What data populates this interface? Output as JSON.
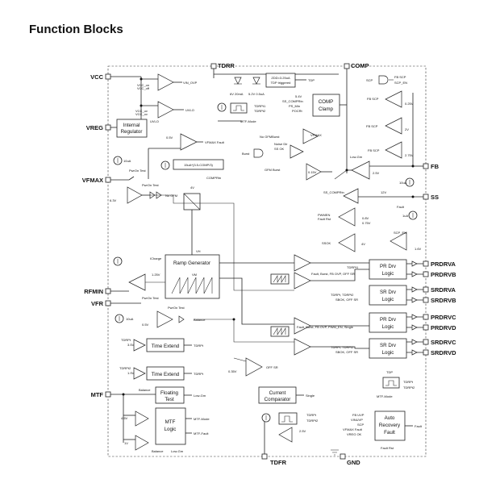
{
  "title": "Function Blocks",
  "pins": {
    "vcc": "VCC",
    "vreg": "VREG",
    "vfmax": "VFMAX",
    "rfmin": "RFMIN",
    "vfr": "VFR",
    "mtf": "MTF",
    "tdrr": "TDRR",
    "comp": "COMP",
    "fb": "FB",
    "ss": "SS",
    "tdfr": "TDFR",
    "gnd": "GND",
    "prdrva": "PRDRVA",
    "prdrvb": "PRDRVB",
    "srdrva": "SRDRVA",
    "srdrvb": "SRDRVB",
    "prdrvc": "PRDRVC",
    "prdrvd": "PRDRVD",
    "srdrvc": "SRDRVC",
    "srdrvd": "SRDRVD"
  },
  "blocks": {
    "internal_regulator": [
      "Internal",
      "Regulator"
    ],
    "comp_clamp": [
      "COMP",
      "Clamp"
    ],
    "ramp_generator": "Ramp Generator",
    "pr_drv_logic_1": [
      "PR Drv",
      "Logic"
    ],
    "sr_drv_logic_1": [
      "SR Drv",
      "Logic"
    ],
    "pr_drv_logic_2": [
      "PR Drv",
      "Logic"
    ],
    "sr_drv_logic_2": [
      "SR Drv",
      "Logic"
    ],
    "time_extend_1": "Time Extend",
    "time_extend_2": "Time Extend",
    "floating_test": [
      "Floating",
      "Test"
    ],
    "mtf_logic": [
      "MTF",
      "Logic"
    ],
    "current_comparator": [
      "Current",
      "Comparator"
    ],
    "auto_recovery_fault": [
      "Auto",
      "Recovery",
      "Fault"
    ]
  },
  "labels": {
    "vin_ovp": "VIN_OVP",
    "vcc_on": "VCC_on",
    "vcc_off": "VCC_off",
    "uvlo": "UVLO",
    "vcc_uv": "VCC_uv",
    "vcc_ov": "VCC_ov",
    "uvlo_in": "UVLO",
    "vfmax_fault": "VFMAX Fault",
    "v05": "0.5V",
    "i10ua_a": "10uA",
    "i15ua": "15uA*(3.5-COMP/3)",
    "comp_rtn": "COMPRtn",
    "v4": "4V",
    "v6_3": "6.3V",
    "pwron_test": "PwrOn Test",
    "pwron_test2": "PwrOn Test",
    "no_gfm": "No GFM",
    "zener_6v": "6V 20mA",
    "zener_52": "5.2V 0.5uA",
    "zener_dac": "ZDD=3.25uA",
    "tdp_triggered": "TDP triggered",
    "tdp": "TDP",
    "tdrpt1": "TDRPt1",
    "tdrpt2": "TDRPt2",
    "mtf_mode": "MTF-Mode",
    "v5": "5.4V",
    "ss_comprtn": "SS_COMPRtn",
    "ps_min": "PS_Min",
    "pocrt": "POCRt",
    "no_gfmburst": "No GFMBurst",
    "noise_dir": "Noise Dir",
    "ss_ok": "SS OK",
    "burst": "Burst",
    "gfm_burst": "GFM Burst",
    "vfmax": "VFMAX",
    "v015": "0.15V",
    "scp": "SCP",
    "fbscp": "FB SCP",
    "scp_en": "SCP_EN",
    "v025": "0.25V",
    "v2": "2V",
    "v275": "2.75V",
    "low_gm": "Low-Gm",
    "v25": "2.5V",
    "v12": "12V",
    "i10ua_b": "10uA",
    "fault": "Fault",
    "i1ua": "1uA",
    "pwmen": "PWMEN",
    "fault_rst": "Fault Rst",
    "v08": "0.8V",
    "v075": "0.75V",
    "ssok": "SSOK",
    "v4b": "4V",
    "v16": "1.6V",
    "scp_en2": "SCP_EN",
    "icharge": "ICharge",
    "vh": "VH",
    "vm": "VM",
    "v125": "1.25V",
    "i10ua_c": "10uA",
    "v05b": "0.5V",
    "balance": "Balance",
    "tdrpt1_r": "TDRPt1",
    "burst_row": "Fault, Burst, FB OVP, OFF SR",
    "tdrpt_row": "TDRPt, TDRPt2",
    "sbok": "SBOK, OFF SR",
    "fault_row2": "Fault, Burst, FB OVP, PWM_EN, Single",
    "tdr_row2": "TDRPt, TDRPt2",
    "sbok2": "SBOK, OFF SR",
    "off_sr": "OFF SR",
    "v035": "0.35V",
    "tdrpt_in": "TDRPt",
    "v35": "3.5V",
    "tdrpt_out": "TDRPt",
    "tdrpt2_in": "TDRPt2",
    "v19": "1.9V",
    "tdrpt2_out": "TDRPt",
    "balance2": "Balance",
    "low_gm2": "Low-Gm",
    "v45": "4.5V",
    "v1": "1V",
    "mtf_mode_out": "MTF-Mode",
    "mtf_fault": "MTF-Fault",
    "balance3": "Balance",
    "low_gm3": "Low-Gm",
    "single": "Single",
    "tdrpt_cc": "TDRPt",
    "tdrpt2_cc": "TDRPt2",
    "v25b": "2.5V",
    "tdp_top": "TDP",
    "tdrpt_tdp": "TDRPt",
    "tdrpt2_tdp": "TDRPt2",
    "mtf_mode2": "MTF-Mode",
    "fbuvp": "FB UVP",
    "vinuvp": "VINUVP",
    "scp_a": "SCP",
    "vfmax_fault2": "VFMAX Fault",
    "vreg_ok": "VREG OK",
    "fault_out": "Fault",
    "fault_rst2": "Fault Rst"
  }
}
